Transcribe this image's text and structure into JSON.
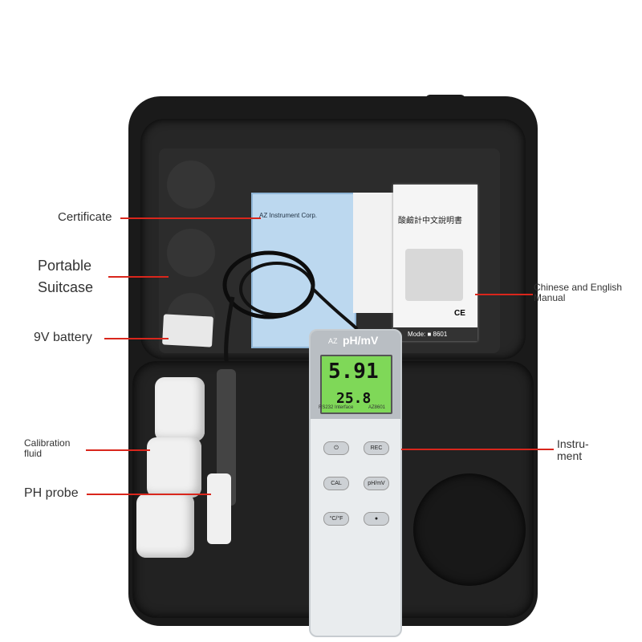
{
  "labels": {
    "certificate": "Certificate",
    "portable": "Portable",
    "suitcase": "Suitcase",
    "battery": "9V battery",
    "manual_line1": "Chinese and English",
    "manual_line2": "Manual",
    "calibration_line1": "Calibration",
    "calibration_line2": "fluid",
    "instrument_line1": "Instru-",
    "instrument_line2": "ment",
    "probe": "PH probe"
  },
  "meter": {
    "brand": "AZ",
    "model": "pH/mV",
    "reading_ph": "5.91",
    "reading_temp": "25.8",
    "interface": "RS232 Interface",
    "model_no": "AZ8601",
    "buttons": [
      "REC",
      "CAL",
      "pH/mV"
    ]
  },
  "manual": {
    "title_cn": "酸鹼計中文說明書",
    "model_strip": "Mode: ■ 8601",
    "ce": "CE"
  },
  "certificate": {
    "company": "AZ Instrument Corp."
  },
  "colors": {
    "callout_line": "#d9261c",
    "case": "#1a1a1a",
    "lcd": "#7fd858"
  }
}
